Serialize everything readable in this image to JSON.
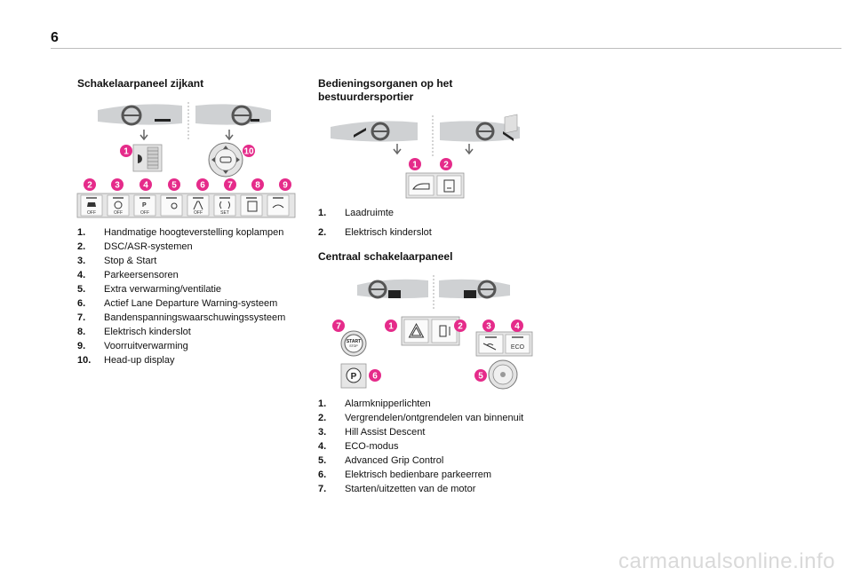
{
  "page": {
    "number": "6"
  },
  "left": {
    "heading": "Schakelaarpaneel zijkant",
    "markers": [
      "1",
      "2",
      "3",
      "4",
      "5",
      "6",
      "7",
      "8",
      "9",
      "10"
    ],
    "button_labels": [
      "OFF",
      "OFF",
      "OFF",
      "OFF",
      "SET"
    ],
    "items": [
      {
        "num": "1.",
        "text": "Handmatige hoogteverstelling koplampen"
      },
      {
        "num": "2.",
        "text": "DSC/ASR-systemen"
      },
      {
        "num": "3.",
        "text": "Stop & Start"
      },
      {
        "num": "4.",
        "text": "Parkeersensoren"
      },
      {
        "num": "5.",
        "text": "Extra verwarming/ventilatie"
      },
      {
        "num": "6.",
        "text": "Actief Lane Departure Warning-systeem"
      },
      {
        "num": "7.",
        "text": "Bandenspanningswaarschuwingssysteem"
      },
      {
        "num": "8.",
        "text": "Elektrisch kinderslot"
      },
      {
        "num": "9.",
        "text": "Voorruitverwarming"
      },
      {
        "num": "10.",
        "text": "Head-up display"
      }
    ]
  },
  "right_top": {
    "heading_line1": "Bedieningsorganen op het",
    "heading_line2": "bestuurdersportier",
    "markers": [
      "1",
      "2"
    ],
    "items": [
      {
        "num": "1.",
        "text": "Laadruimte"
      },
      {
        "num": "2.",
        "text": "Elektrisch kinderslot"
      }
    ]
  },
  "right_bottom": {
    "heading": "Centraal schakelaarpaneel",
    "markers": [
      "1",
      "2",
      "3",
      "4",
      "5",
      "6",
      "7"
    ],
    "start_label_1": "START",
    "start_label_2": "STOP",
    "park_label": "P",
    "eco_label": "ECO",
    "items": [
      {
        "num": "1.",
        "text": "Alarmknipperlichten"
      },
      {
        "num": "2.",
        "text": "Vergrendelen/ontgrendelen van binnenuit"
      },
      {
        "num": "3.",
        "text": "Hill Assist Descent"
      },
      {
        "num": "4.",
        "text": "ECO-modus"
      },
      {
        "num": "5.",
        "text": "Advanced Grip Control"
      },
      {
        "num": "6.",
        "text": "Elektrisch bedienbare parkeerrem"
      },
      {
        "num": "7.",
        "text": "Starten/uitzetten van de motor"
      }
    ]
  },
  "footer": {
    "text": "carmanualsonline.info"
  }
}
